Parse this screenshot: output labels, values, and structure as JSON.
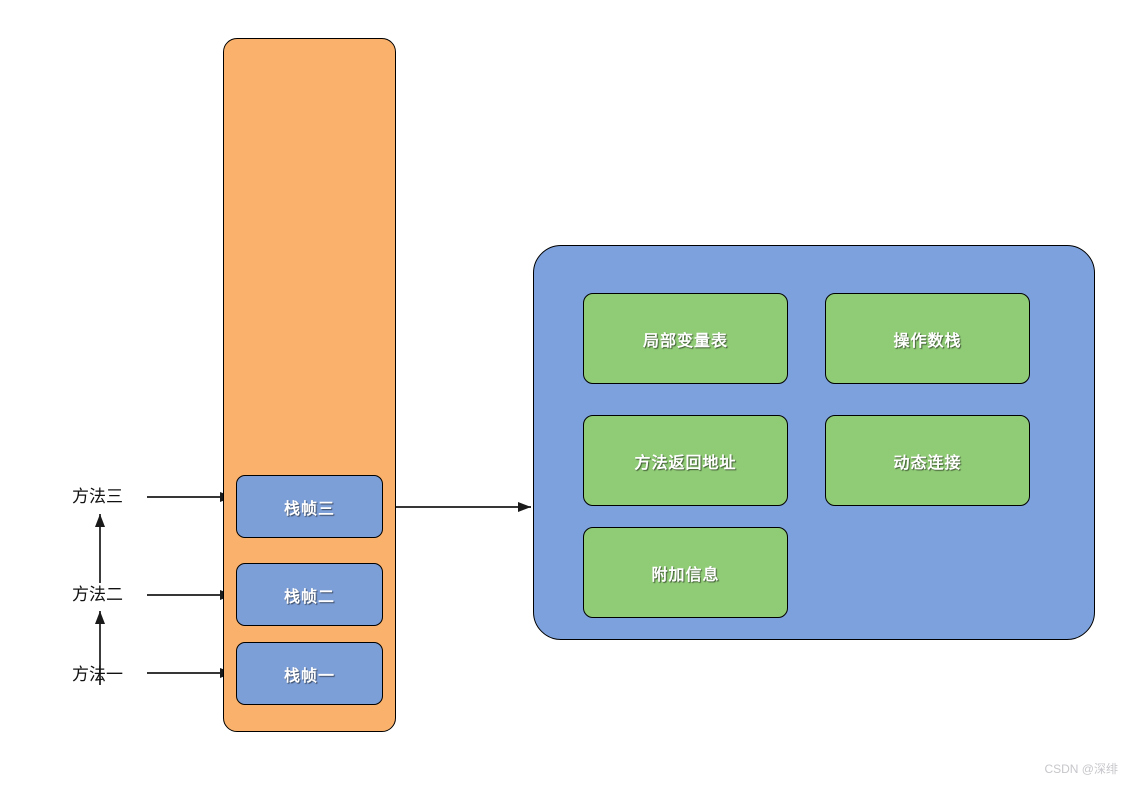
{
  "stack": {
    "frames": [
      {
        "label": "栈帧三"
      },
      {
        "label": "栈帧二"
      },
      {
        "label": "栈帧一"
      }
    ]
  },
  "methods": [
    {
      "label": "方法三"
    },
    {
      "label": "方法二"
    },
    {
      "label": "方法一"
    }
  ],
  "frame_detail": {
    "boxes": [
      {
        "label": "局部变量表"
      },
      {
        "label": "操作数栈"
      },
      {
        "label": "方法返回地址"
      },
      {
        "label": "动态连接"
      },
      {
        "label": "附加信息"
      }
    ]
  },
  "watermark": "CSDN @深绯",
  "colors": {
    "stack_fill": "#F9B16C",
    "frame_fill": "#7D9FD8",
    "panel_fill": "#7CA1DC",
    "inner_box_fill": "#90CB76",
    "border": "#000000",
    "box_text": "#FFFFFF",
    "label_text": "#111111",
    "watermark": "#C7C7CC"
  }
}
